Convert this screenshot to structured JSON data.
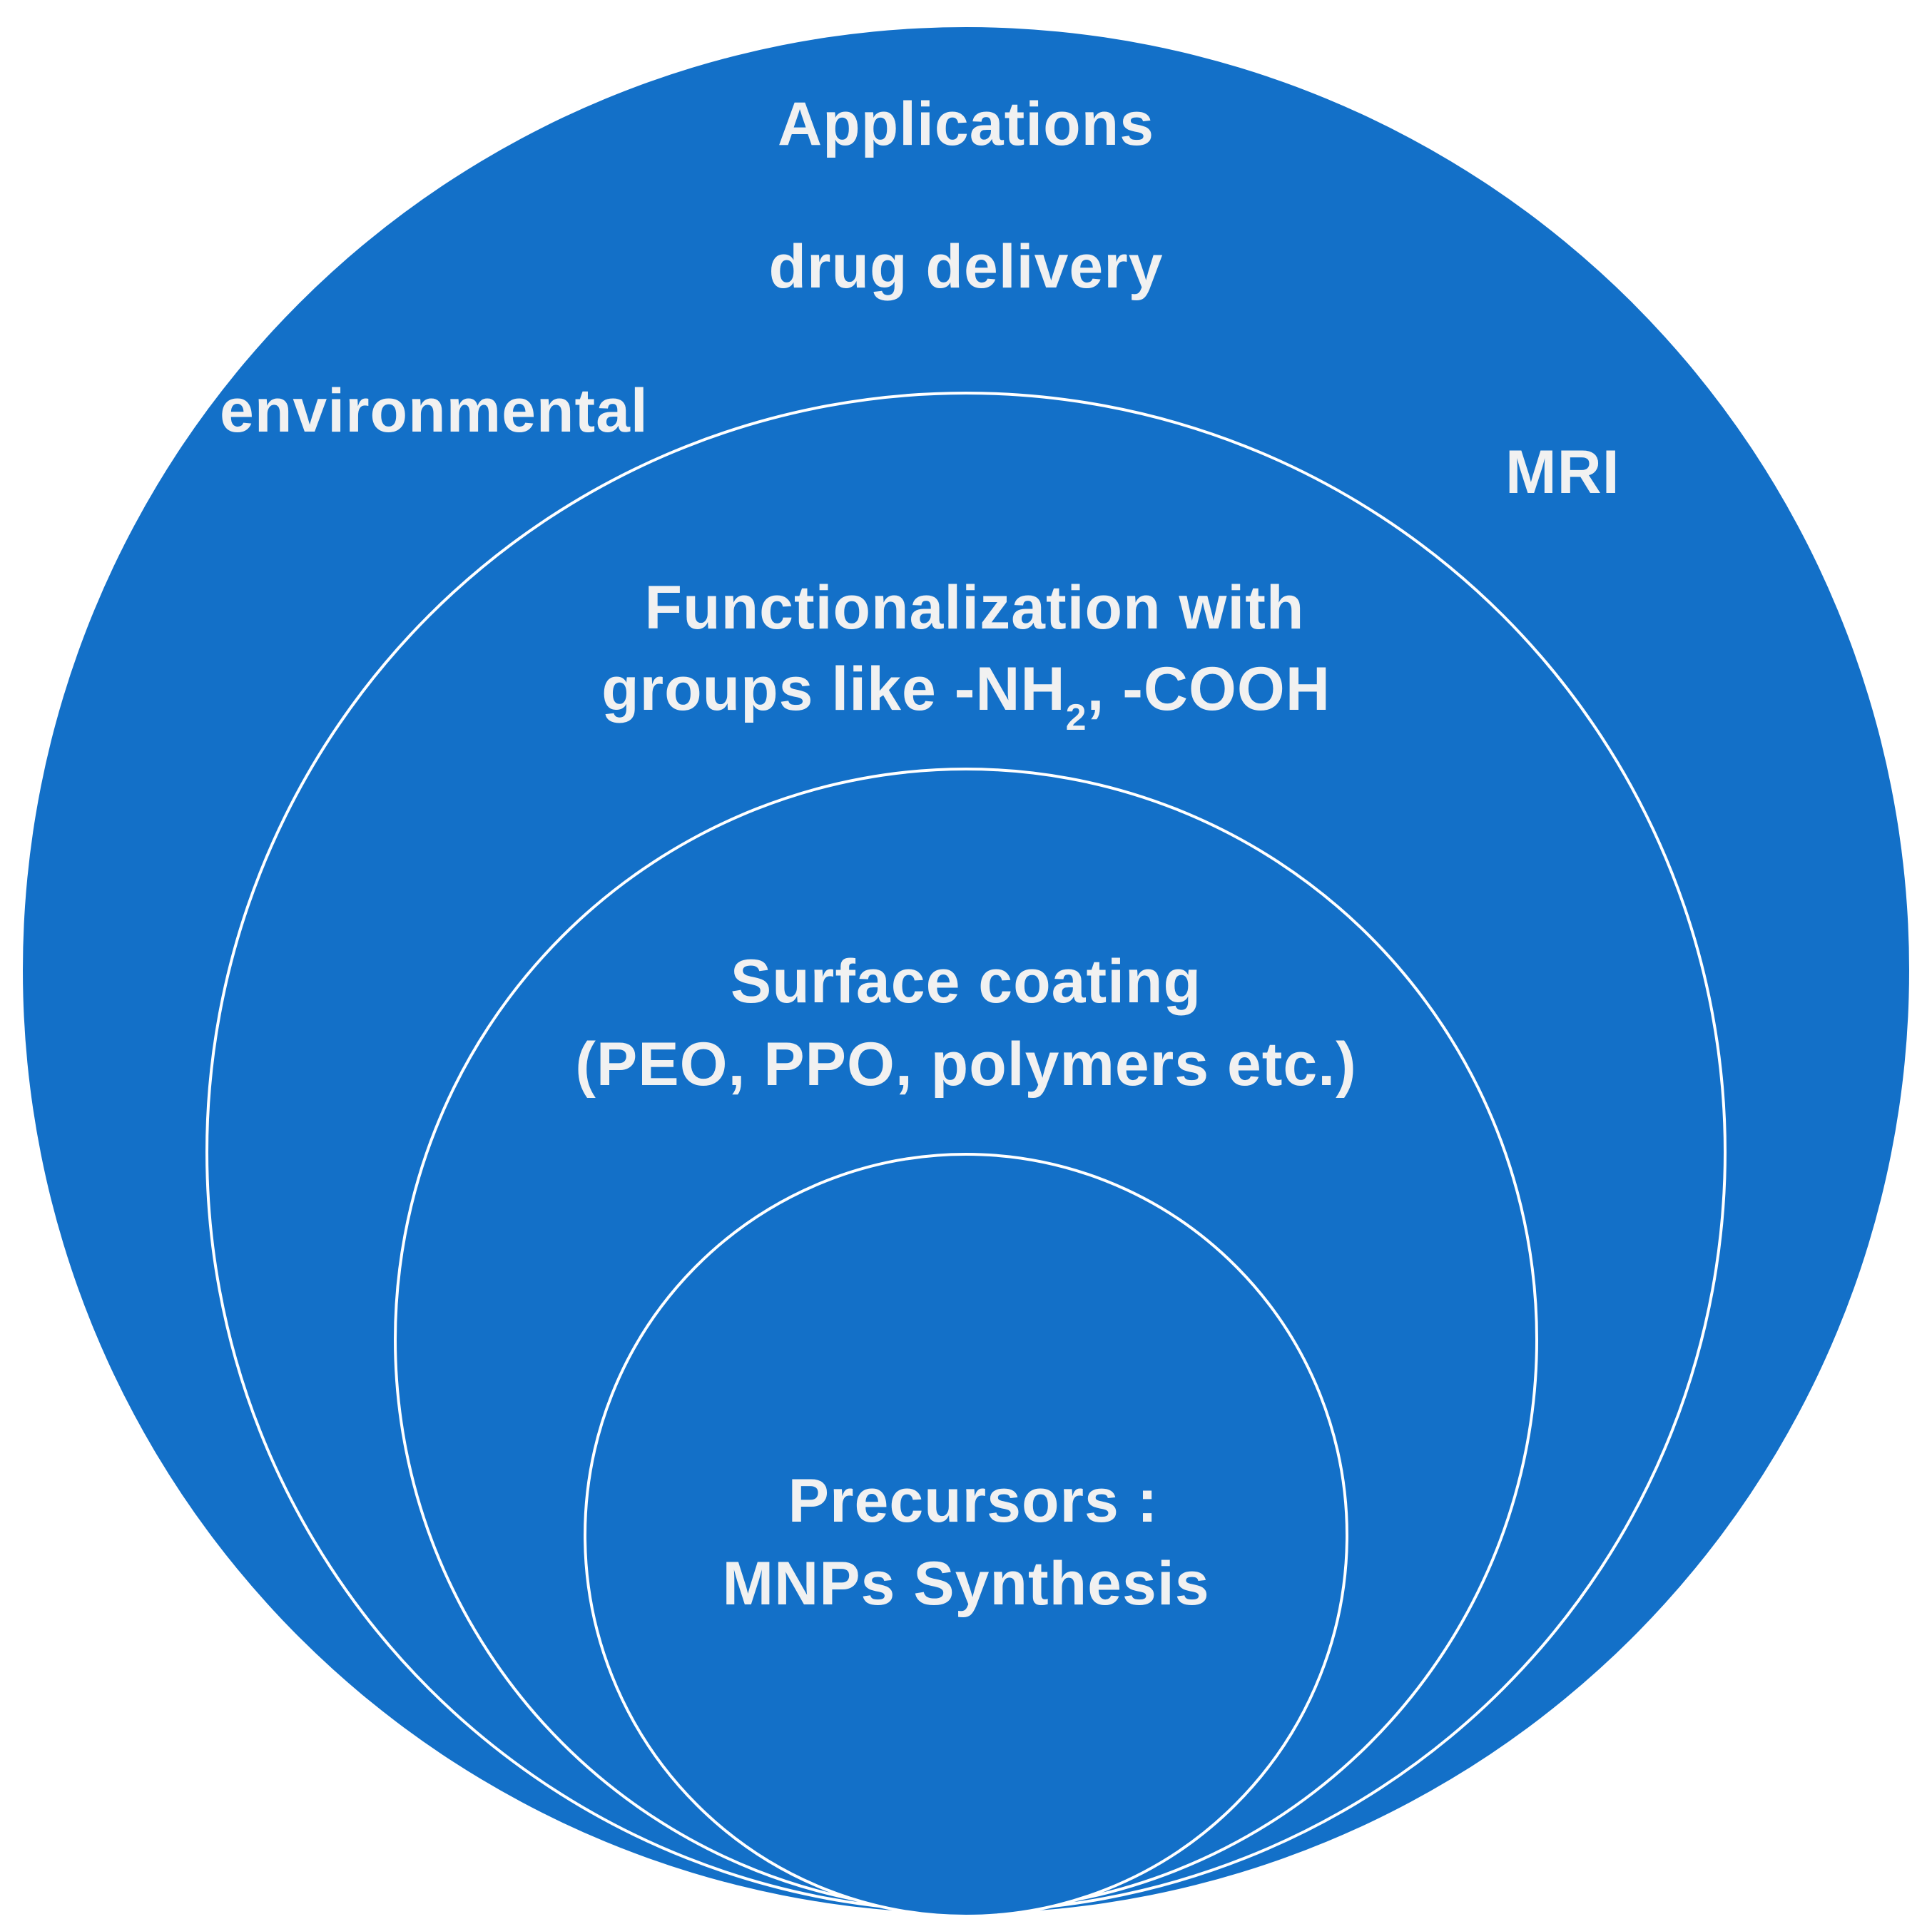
{
  "diagram": {
    "type": "nested-circles",
    "colors": {
      "fill": "#1370c8",
      "border": "#ffffff",
      "text": "#f1f1f1",
      "background": "#ffffff"
    },
    "layers": [
      {
        "title": "Applications",
        "items": [
          "drug delivery",
          "environmental",
          "MRI"
        ]
      },
      {
        "line1": "Functionalization with",
        "line2_pre": "groups like -NH",
        "line2_sub": "2",
        "line2_post": ", -COOH"
      },
      {
        "line1": "Surface coating",
        "line2": "(PEO, PPO, polymers etc.)"
      },
      {
        "line1": "Precursors :",
        "line2": "MNPs Synthesis"
      }
    ]
  }
}
